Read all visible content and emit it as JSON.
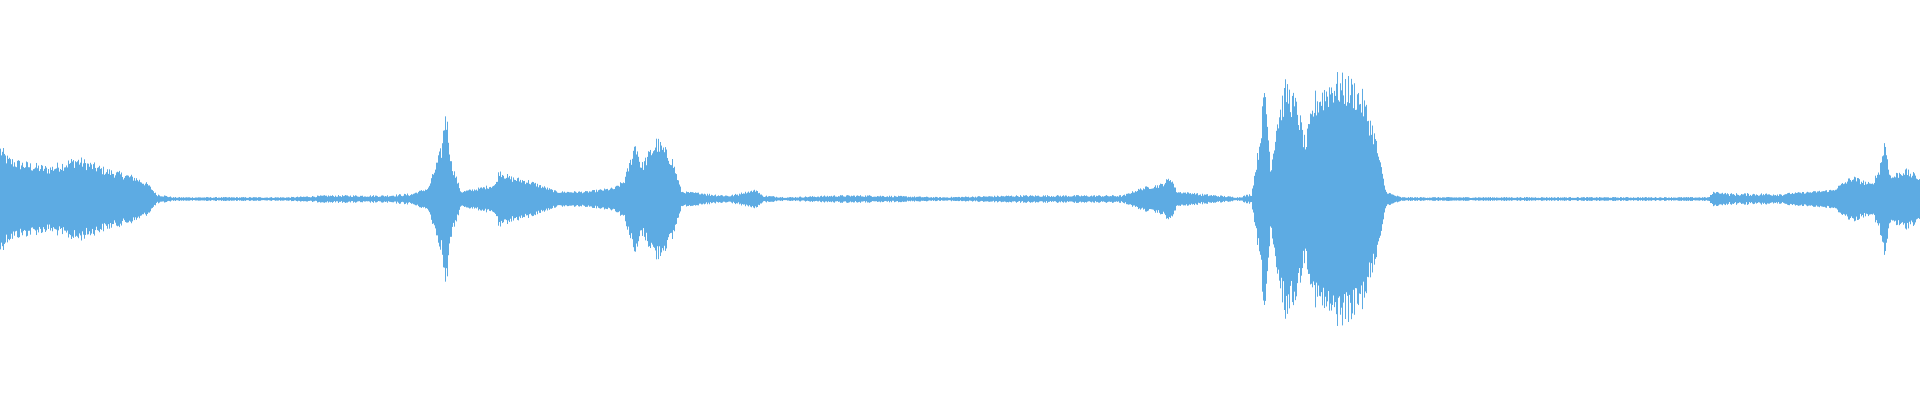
{
  "colors": {
    "background": "#ffffff",
    "waveform": "#5dabe3"
  },
  "chart_data": {
    "type": "area",
    "title": "",
    "xlabel": "",
    "ylabel": "",
    "grid": false,
    "legend": "none",
    "mirrored": true,
    "ylim": [
      -1,
      1
    ],
    "series": [
      {
        "name": "",
        "envelope": [
          [
            0.0,
            0.28
          ],
          [
            0.4,
            0.22
          ],
          [
            1.0,
            0.2
          ],
          [
            2.5,
            0.17
          ],
          [
            4.0,
            0.22
          ],
          [
            5.5,
            0.16
          ],
          [
            7.0,
            0.12
          ],
          [
            7.7,
            0.08
          ],
          [
            8.1,
            0.03
          ],
          [
            9.0,
            0.01
          ],
          [
            15.0,
            0.01
          ],
          [
            17.0,
            0.02
          ],
          [
            20.0,
            0.02
          ],
          [
            21.5,
            0.03
          ],
          [
            22.3,
            0.06
          ],
          [
            23.0,
            0.28
          ],
          [
            23.2,
            0.5
          ],
          [
            23.5,
            0.2
          ],
          [
            24.0,
            0.04
          ],
          [
            25.0,
            0.06
          ],
          [
            25.8,
            0.08
          ],
          [
            26.0,
            0.16
          ],
          [
            26.5,
            0.12
          ],
          [
            27.5,
            0.1
          ],
          [
            29.0,
            0.04
          ],
          [
            30.5,
            0.04
          ],
          [
            32.0,
            0.06
          ],
          [
            32.5,
            0.1
          ],
          [
            32.8,
            0.2
          ],
          [
            33.1,
            0.32
          ],
          [
            33.4,
            0.18
          ],
          [
            34.2,
            0.32
          ],
          [
            35.0,
            0.22
          ],
          [
            35.5,
            0.04
          ],
          [
            38.0,
            0.02
          ],
          [
            39.4,
            0.05
          ],
          [
            39.7,
            0.02
          ],
          [
            41.0,
            0.01
          ],
          [
            43.5,
            0.02
          ],
          [
            45.5,
            0.02
          ],
          [
            49.0,
            0.01
          ],
          [
            53.0,
            0.02
          ],
          [
            58.5,
            0.02
          ],
          [
            59.5,
            0.06
          ],
          [
            60.5,
            0.08
          ],
          [
            61.0,
            0.12
          ],
          [
            61.3,
            0.04
          ],
          [
            64.5,
            0.01
          ],
          [
            65.2,
            0.03
          ],
          [
            65.6,
            0.3
          ],
          [
            65.9,
            0.62
          ],
          [
            66.2,
            0.16
          ],
          [
            66.5,
            0.42
          ],
          [
            67.0,
            0.62
          ],
          [
            67.6,
            0.5
          ],
          [
            68.0,
            0.3
          ],
          [
            68.5,
            0.55
          ],
          [
            69.5,
            0.65
          ],
          [
            70.5,
            0.62
          ],
          [
            71.0,
            0.55
          ],
          [
            71.6,
            0.36
          ],
          [
            72.2,
            0.04
          ],
          [
            73.0,
            0.01
          ],
          [
            89.0,
            0.01
          ],
          [
            89.3,
            0.04
          ],
          [
            90.0,
            0.03
          ],
          [
            93.0,
            0.03
          ],
          [
            94.5,
            0.04
          ],
          [
            95.5,
            0.05
          ],
          [
            96.5,
            0.12
          ],
          [
            97.5,
            0.08
          ],
          [
            97.9,
            0.16
          ],
          [
            98.2,
            0.32
          ],
          [
            98.5,
            0.12
          ],
          [
            99.2,
            0.16
          ],
          [
            100.0,
            0.12
          ]
        ]
      }
    ]
  }
}
